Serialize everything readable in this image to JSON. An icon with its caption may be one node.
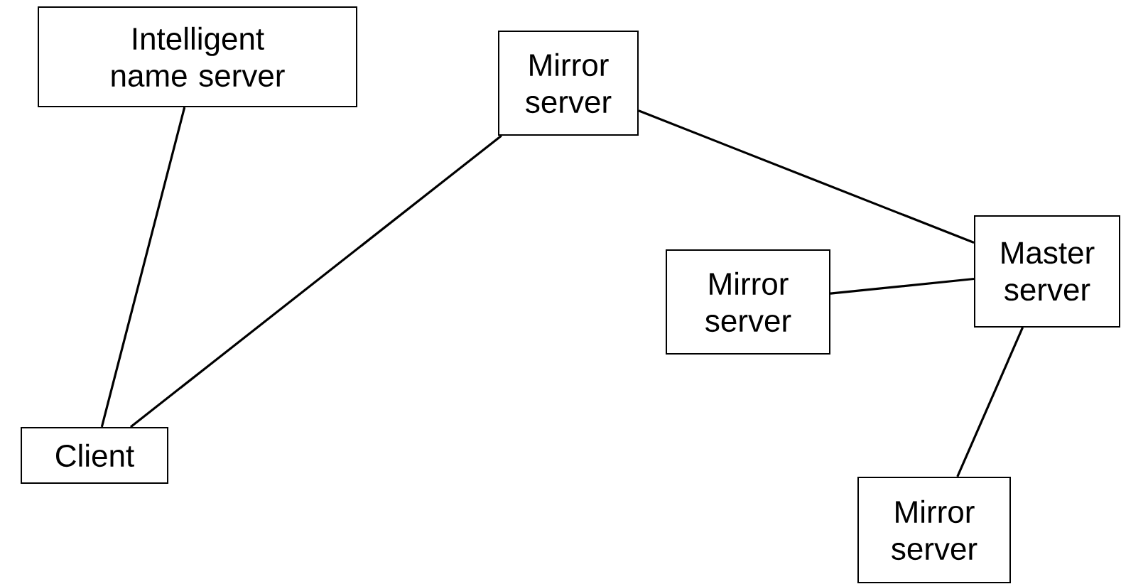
{
  "diagram": {
    "nodes": [
      {
        "text": [
          "Intelligent name server"
        ]
      },
      {
        "text": [
          "Mirror server"
        ]
      },
      {
        "text": [
          "Master server"
        ]
      },
      {
        "text": [
          "Mirror server"
        ]
      },
      {
        "text": [
          "Client"
        ]
      },
      {
        "text": [
          "Mirror server"
        ]
      }
    ],
    "edges": [
      {
        "from": 0,
        "to": 4,
        "arrow": "none"
      },
      {
        "from": 4,
        "to": 1,
        "arrow": "none"
      },
      {
        "from": 1,
        "to": 2,
        "arrow": "none"
      },
      {
        "from": 3,
        "to": 2,
        "arrow": "none"
      },
      {
        "from": 2,
        "to": 5,
        "arrow": "none"
      }
    ]
  }
}
